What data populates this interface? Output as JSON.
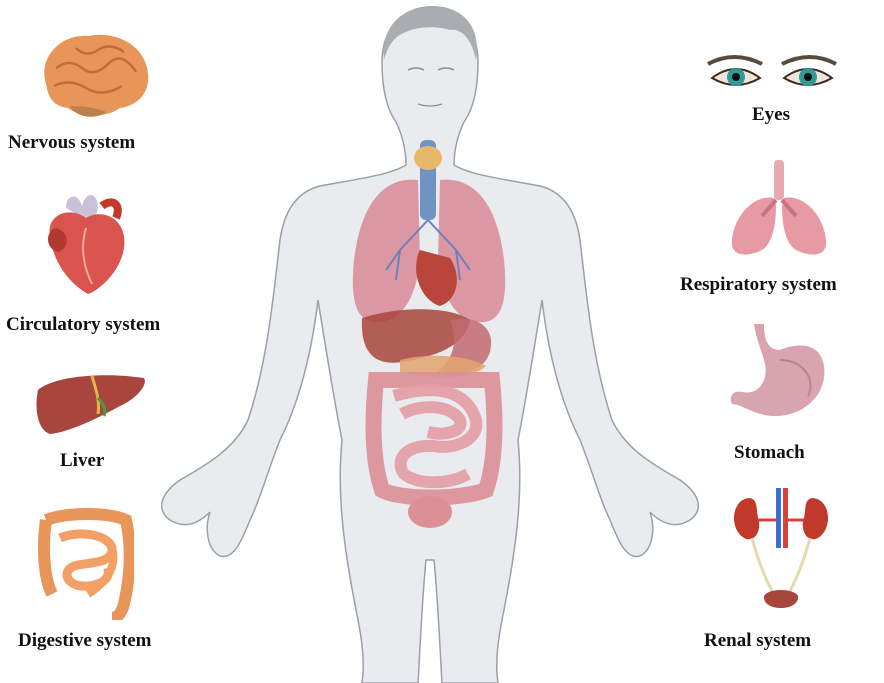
{
  "labels": {
    "left": {
      "nervous": "Nervous system",
      "circulatory": "Circulatory system",
      "liver": "Liver",
      "digestive": "Digestive system"
    },
    "right": {
      "eyes": "Eyes",
      "respiratory": "Respiratory system",
      "stomach": "Stomach",
      "renal": "Renal system"
    }
  },
  "icons": {
    "body": "human-body-silhouette",
    "brain": "brain-icon",
    "heart": "heart-icon",
    "liver": "liver-icon",
    "intestines": "intestines-icon",
    "eyes": "eyes-icon",
    "lungs": "lungs-icon",
    "stomach": "stomach-icon",
    "kidneys": "kidneys-icon"
  },
  "colors": {
    "body_fill": "#e9ebee",
    "body_stroke": "#9aa0a8",
    "hair": "#a9acb0",
    "lung": "#d88a96",
    "liver": "#a8453c",
    "intestine": "#dc8f96",
    "brain": "#e8955a",
    "kidney": "#c0392b"
  }
}
